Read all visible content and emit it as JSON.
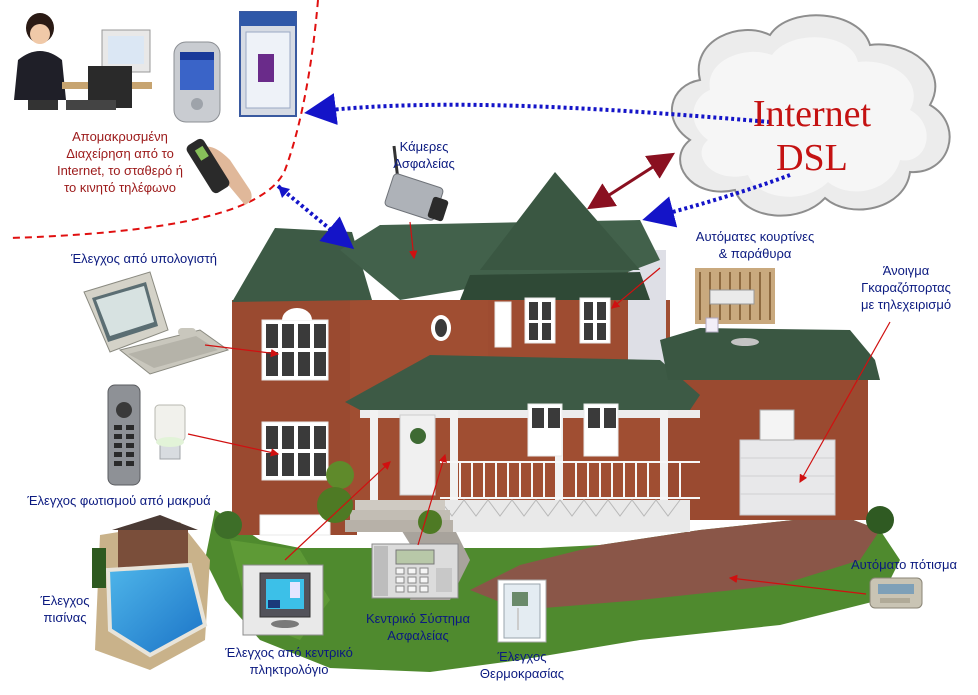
{
  "cloud": {
    "text": "Internet\nDSL"
  },
  "labels": {
    "remote_management": "Απομακρυσμένη\nΔιαχείρηση από το\nInternet, το σταθερό ή\nτο κινητό τηλέφωνο",
    "security_cameras": "Κάμερες\nΑσφαλείας",
    "automatic_curtains": "Αυτόματες κουρτίνες\n& παράθυρα",
    "garage_door": "Άνοιγμα\nΓκαραζόπορτας\nμε τηλεχειρισμό",
    "computer_control": "Έλεγχος από υπολογιστή",
    "lighting_control": "Έλεγχος φωτισμού από μακρυά",
    "pool_control": "Έλεγχος\nπισίνας",
    "keypad_control": "Έλεγχος από κεντρικό\nπληκτρολόγιο",
    "central_security": "Κεντρικό Σύστημα\nΑσφαλείας",
    "temperature_control": "Έλεγχος\nΘερμοκρασίας",
    "auto_irrigation": "Αυτόματο πότισμα"
  },
  "colors": {
    "label_blue": "#0b1a80",
    "label_red": "#9c1a1a",
    "cloud_text": "#c41212",
    "dashed_arrow": "#1414c8",
    "boundary_line": "#e01010",
    "solid_arrow": "#8a1020",
    "brick": "#9a4a30",
    "roof": "#3d5a45",
    "lawn": "#4f8a2e",
    "driveway": "#8a5648"
  },
  "icons": [
    "office-worker-icon",
    "pda-icon",
    "phone-booth-icon",
    "mobile-phone-icon",
    "security-camera-icon",
    "computer-icon",
    "remote-control-icon",
    "light-bulb-icon",
    "pool-photo-icon",
    "keypad-icon",
    "security-panel-icon",
    "thermostat-icon",
    "curtain-motor-icon",
    "irrigation-controller-icon",
    "house-icon",
    "cloud-icon"
  ]
}
